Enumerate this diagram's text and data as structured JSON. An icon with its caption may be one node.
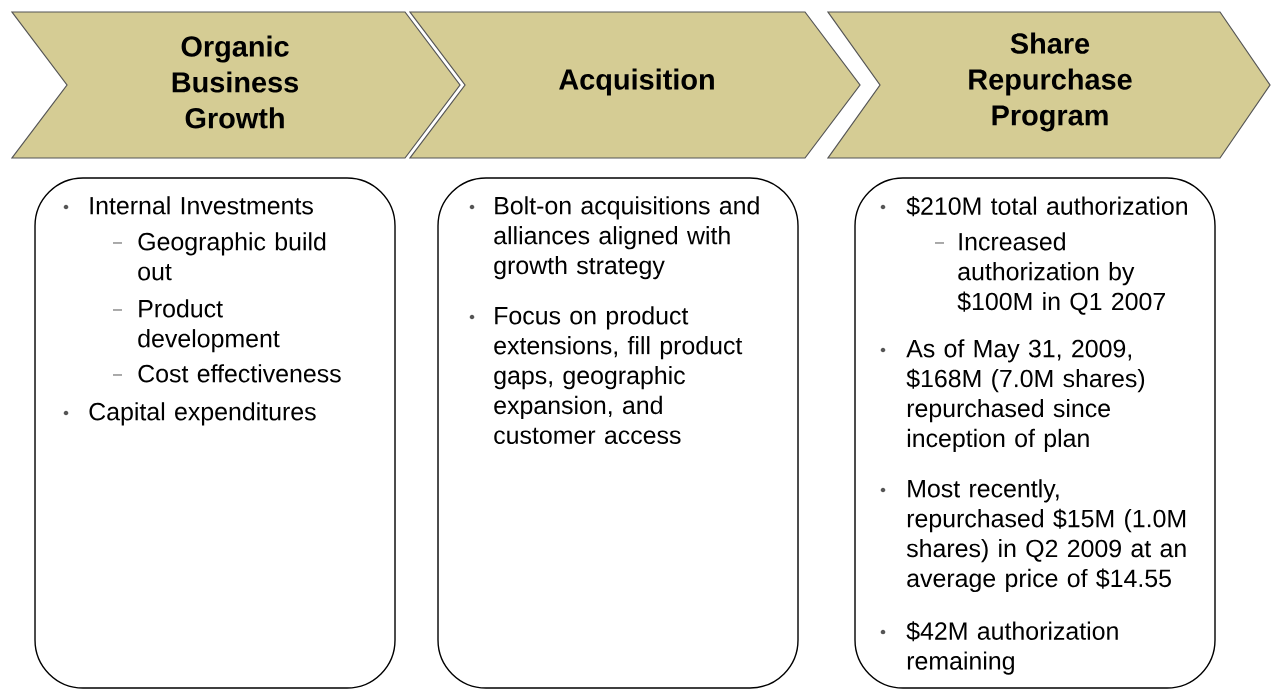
{
  "diagram": {
    "nodes": [
      {
        "text": [
          "Organic Business Growth"
        ]
      },
      {
        "text": [
          "Acquisition"
        ]
      },
      {
        "text": [
          "Share Repurchase Program"
        ]
      },
      {
        "text": [
          "Internal Investments",
          "Geographic build out",
          "Product development",
          "Cost effectiveness",
          "Capital expenditures"
        ]
      },
      {
        "text": [
          "Bolt-on acquisitions and alliances aligned with growth strategy",
          "Focus on product extensions, fill product gaps, geographic expansion, and customer access"
        ]
      },
      {
        "text": [
          "$210M total authorization",
          "Increased authorization by $100M in Q1 2007",
          "As of May 31, 2009, $168M (7.0M shares) repurchased since inception of plan",
          "Most recently, repurchased $15M (1.0M shares) in Q2 2009 at an average price of $14.55",
          "$42M authorization remaining"
        ]
      }
    ]
  }
}
